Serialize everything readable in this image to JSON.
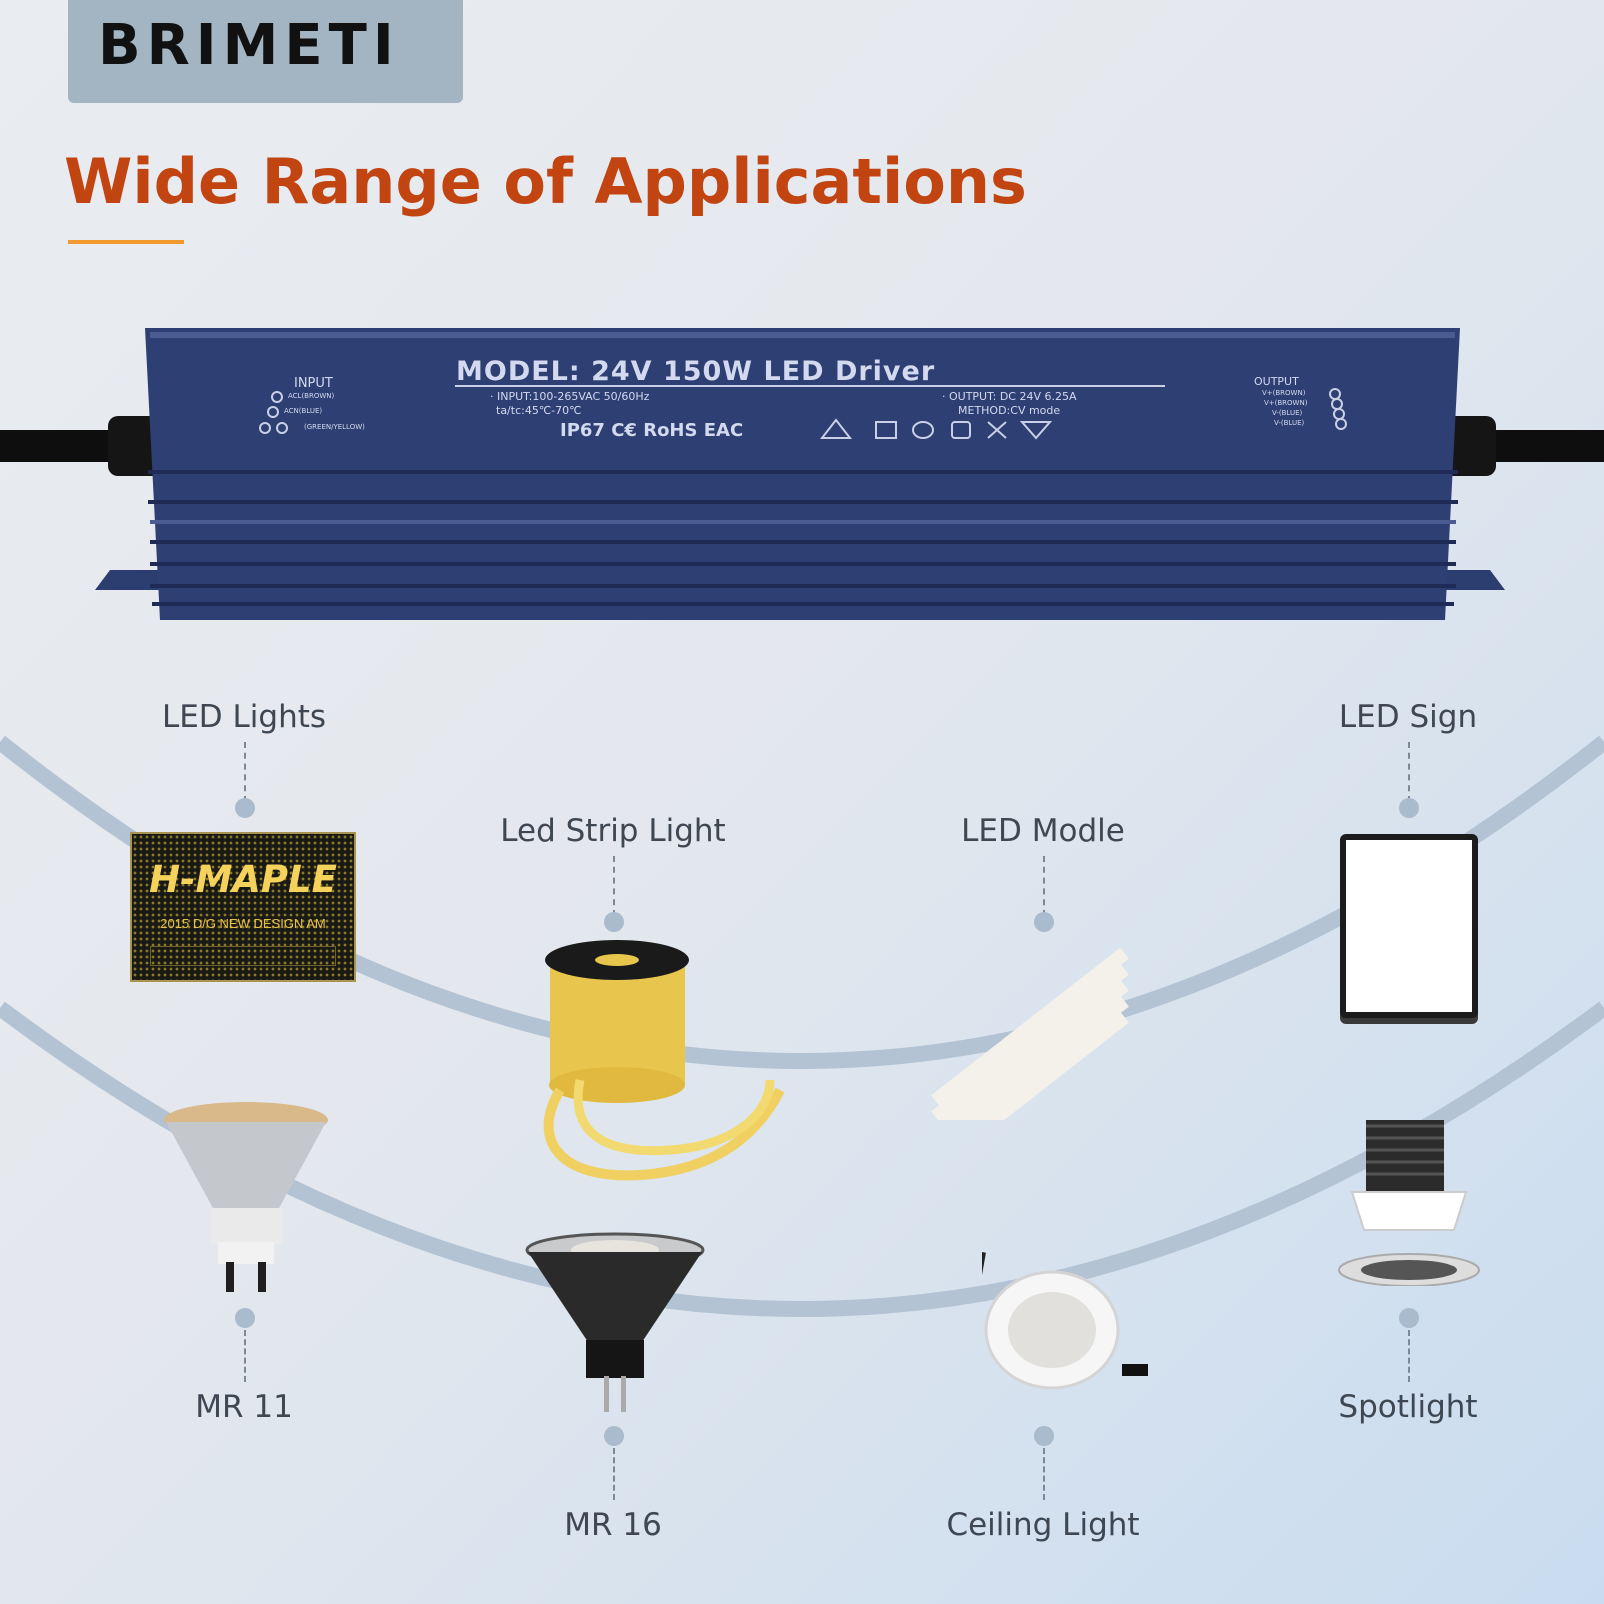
{
  "brand": {
    "logo_text": "BRIMETI"
  },
  "headline": {
    "title": "Wide Range of Applications"
  },
  "driver": {
    "model_line": "MODEL: 24V  150W   LED Driver",
    "input_header": "INPUT",
    "input_lines": [
      "ACL(BROWN)",
      "ACN(BLUE)",
      "(GREEN/YELLOW)"
    ],
    "input_spec": "· INPUT:100-265VAC 50/60Hz",
    "temp_spec": "ta/tc:45℃-70℃",
    "cert_line": "IP67  C€  RoHS  EAC",
    "output_spec": "· OUTPUT: DC 24V 6.25A",
    "method_spec": "METHOD:CV mode",
    "output_header": "OUTPUT",
    "output_lines": [
      "V+(BROWN)",
      "V+(BROWN)",
      "V-(BLUE)",
      "V-(BLUE)"
    ]
  },
  "hmaple_sign": {
    "title": "H-MAPLE",
    "subtitle": "2015 D/G   NEW  DESIGN  AM"
  },
  "applications": [
    {
      "label": "LED Lights"
    },
    {
      "label": "Led Strip Light"
    },
    {
      "label": "LED Modle"
    },
    {
      "label": "LED Sign"
    },
    {
      "label": "MR 11"
    },
    {
      "label": "MR 16"
    },
    {
      "label": "Ceiling Light"
    },
    {
      "label": "Spotlight"
    }
  ],
  "colors": {
    "title": "#c14411",
    "accent_underline": "#f29a2e",
    "logo_box": "#a3b4c3",
    "driver_body": "#2e3f73",
    "curve": "#b3c3d3"
  }
}
